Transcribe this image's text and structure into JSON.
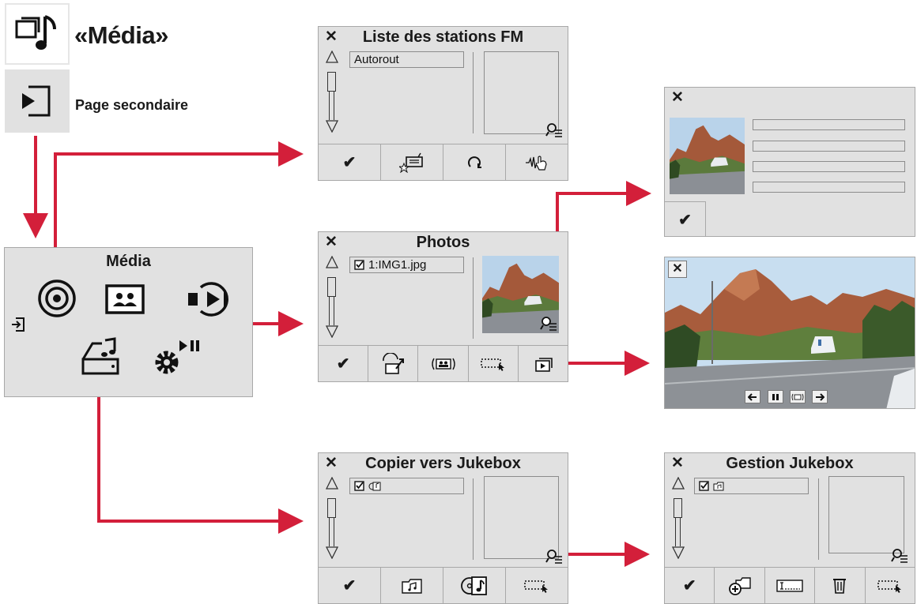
{
  "header": {
    "title": "«Média»",
    "subtitle": "Page secondaire"
  },
  "media_menu": {
    "title": "Média"
  },
  "screens": {
    "fm": {
      "title": "Liste des stations FM",
      "close": "✕",
      "items": [
        "Autorout"
      ]
    },
    "photos": {
      "title": "Photos",
      "close": "✕",
      "items": [
        "1:IMG1.jpg"
      ]
    },
    "copy": {
      "title": "Copier vers Jukebox",
      "close": "✕"
    },
    "jukebox": {
      "title": "Gestion Jukebox",
      "close": "✕"
    },
    "info": {
      "close": "✕"
    },
    "fullscreen": {
      "close": "✕"
    }
  },
  "common": {
    "ok": "✔"
  },
  "icons": {
    "flow_arrow": "red-arrow",
    "scroll_up": "triangle-up-icon",
    "scroll_down": "triangle-down-icon"
  },
  "colors": {
    "arrow": "#d31f3a",
    "panel": "#e1e1e1"
  }
}
